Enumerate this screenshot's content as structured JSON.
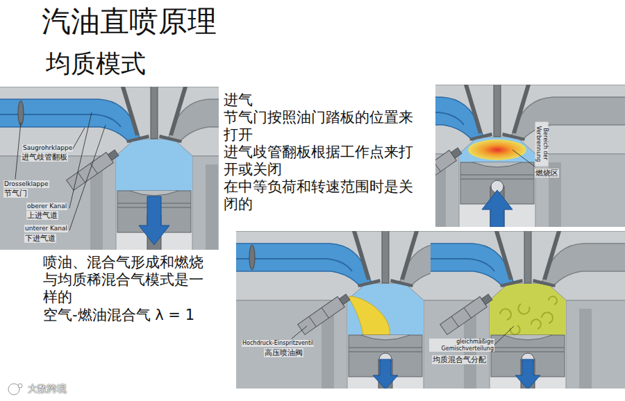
{
  "diagram": {
    "title": "汽油直喷原理",
    "labels": [
      "均质模式",
      "Saugrohrklappe",
      "进气歧管翻板",
      "Drosselklappe",
      "节气门",
      "oberer Kanal",
      "上进气道",
      "unterer Kanal",
      "下进气道",
      "进气",
      "节气门按照油门踏板的位置来打开",
      "进气歧管翻板根据工作点来打开或关闭",
      "在中等负荷和转速范围时是关闭的",
      "喷油、混合气形成和燃烧与均质稀混合气模式是一样的",
      "空气-燃油混合气 λ = 1",
      "Bereich der Verbrennung",
      "燃烧区",
      "Hochdruck-Einspritzventil",
      "高压喷油阀",
      "gleichmäßige Gemischverteilung",
      "均质混合气分配",
      "大数跨境"
    ]
  }
}
